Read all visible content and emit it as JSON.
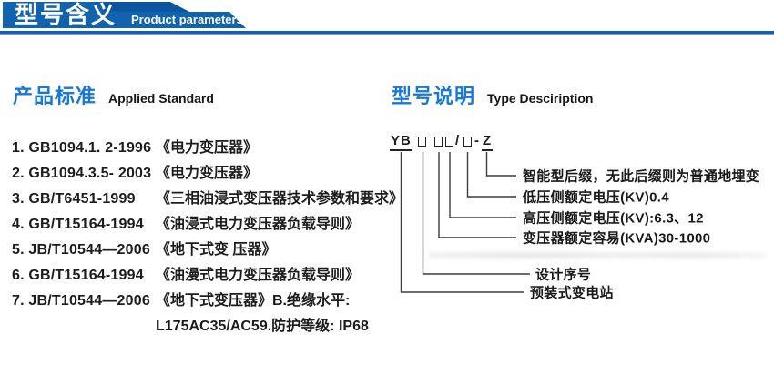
{
  "header": {
    "title": "型号含义",
    "subtitle": "Product parameters"
  },
  "colors": {
    "banner_blue": "#1263ae",
    "ribbon_blue": "#0c55a0",
    "heading_blue": "#1878d8",
    "connector_gray": "#3b3b3b"
  },
  "applied_standard": {
    "heading": "产品标准",
    "heading_en": "Applied Standard",
    "items": [
      {
        "code": "1. GB1094.1. 2-1996",
        "title": "《电力变压器》"
      },
      {
        "code": "2. GB1094.3.5- 2003",
        "title": "《电力变压器》"
      },
      {
        "code": "3. GB/T6451-1999",
        "title": "《三相油浸式变压器技术参数和要求》"
      },
      {
        "code": "4. GB/T15164-1994",
        "title": "《油浸式电力变压器负载导则》"
      },
      {
        "code": "5. JB/T10544—2006",
        "title": "《地下式变 压器》"
      },
      {
        "code": "6. GB/T15164-1994",
        "title": "《油漫式电力变压器负载导则》"
      },
      {
        "code": "7. JB/T10544—2006",
        "title": "《地下式变压器》B.绝缘水平:"
      },
      {
        "code": "",
        "title": "L175AC35/AC59.防护等级: IP68"
      }
    ]
  },
  "type_description": {
    "heading": "型号说明",
    "heading_en": "Type Desciription",
    "model": {
      "prefix": "YB",
      "slash": "/",
      "dash": "-",
      "suffix": "Z"
    },
    "labels": [
      "智能型后缀，无此后缀则为普通地埋变",
      "低压侧额定电压(KV)0.4",
      "高压侧额定电压(KV):6.3、12",
      "变压器额定容易(KVA)30-1000",
      "设计序号",
      "预装式变电站"
    ]
  }
}
